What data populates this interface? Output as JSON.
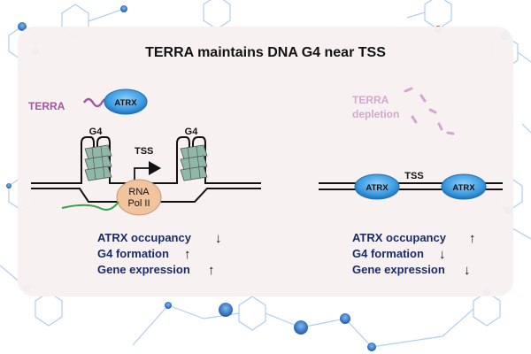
{
  "title": "TERRA maintains DNA G4 near TSS",
  "left_panel": {
    "terra_label": "TERRA",
    "atrx_label": "ATRX",
    "g4_left": "G4",
    "g4_right": "G4",
    "tss_label": "TSS",
    "rna_pol_line1": "RNA",
    "rna_pol_line2": "Pol II",
    "effects": [
      "ATRX occupancy",
      "G4 formation",
      "Gene expression"
    ],
    "arrows": [
      "↓",
      "↑",
      "↑"
    ]
  },
  "right_panel": {
    "terra_line1": "TERRA",
    "terra_line2": "depletion",
    "tss_label": "TSS",
    "atrx_left": "ATRX",
    "atrx_right": "ATRX",
    "effects": [
      "ATRX occupancy",
      "G4 formation",
      "Gene expression"
    ],
    "arrows": [
      "↑",
      "↓",
      "↓"
    ]
  },
  "colors": {
    "terra_purple": "#a5569f",
    "atrx_blue": "#2f8fd6",
    "rna_pol_peach": "#f1c4a0",
    "g4_green": "#8fb8a8",
    "effect_navy": "#1b2a6b",
    "panel_bg": "#f7f1f0",
    "bg_network": "#3b7fc4"
  }
}
